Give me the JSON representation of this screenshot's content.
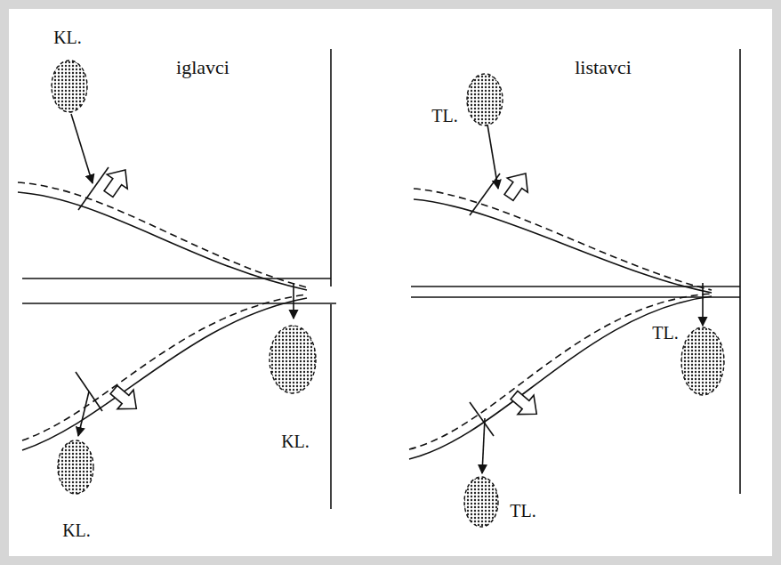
{
  "diagram": {
    "labels": [
      "KL.",
      "iglavci",
      "KL.",
      "KL.",
      "TL.",
      "listavci",
      "TL.",
      "TL."
    ]
  }
}
